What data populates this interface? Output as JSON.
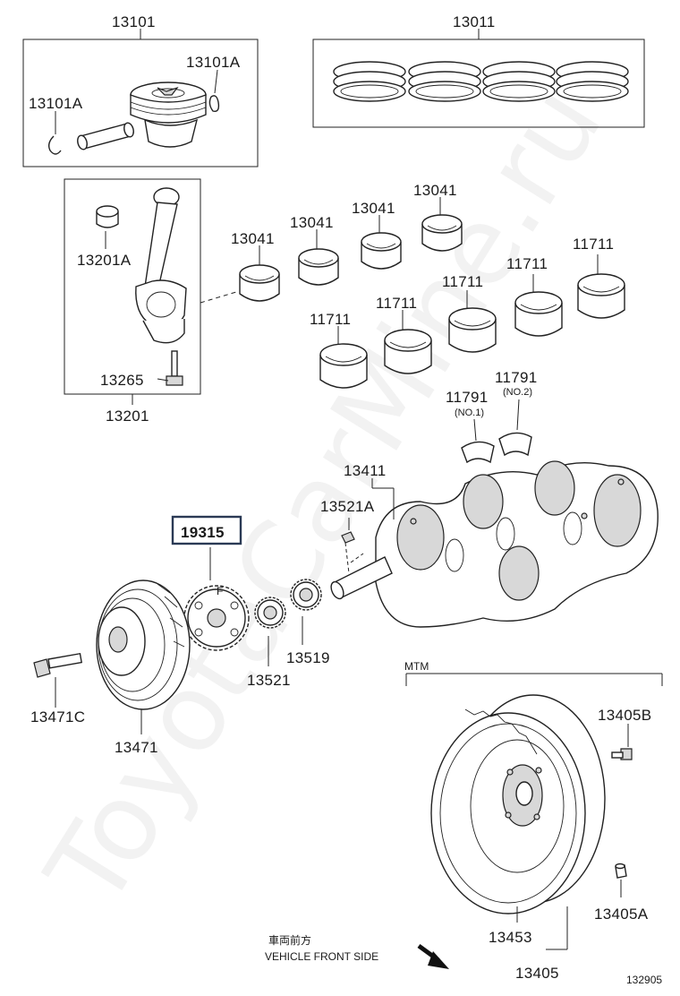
{
  "watermark": "ToyotaCarMine.ru",
  "labels": {
    "p13101": "13101",
    "p13011": "13011",
    "p13101A_r": "13101A",
    "p13101A_l": "13101A",
    "p13201A": "13201A",
    "p13265": "13265",
    "p13201": "13201",
    "p13041_1": "13041",
    "p13041_2": "13041",
    "p13041_3": "13041",
    "p13041_4": "13041",
    "p11711_1": "11711",
    "p11711_2": "11711",
    "p11711_3": "11711",
    "p11711_4": "11711",
    "p11711_5": "11711",
    "p11791_1": "11791",
    "p11791_1_note": "(NO.1)",
    "p11791_2": "11791",
    "p11791_2_note": "(NO.2)",
    "p13411": "13411",
    "p13521A": "13521A",
    "p19315": "19315",
    "p13521": "13521",
    "p13519": "13519",
    "p13471C": "13471C",
    "p13471": "13471",
    "mtm": "MTM",
    "p13405B": "13405B",
    "p13405A": "13405A",
    "p13453": "13453",
    "p13405": "13405",
    "front_jp": "車両前方",
    "front_en": "VEHICLE FRONT SIDE",
    "diagram_id": "132905"
  }
}
